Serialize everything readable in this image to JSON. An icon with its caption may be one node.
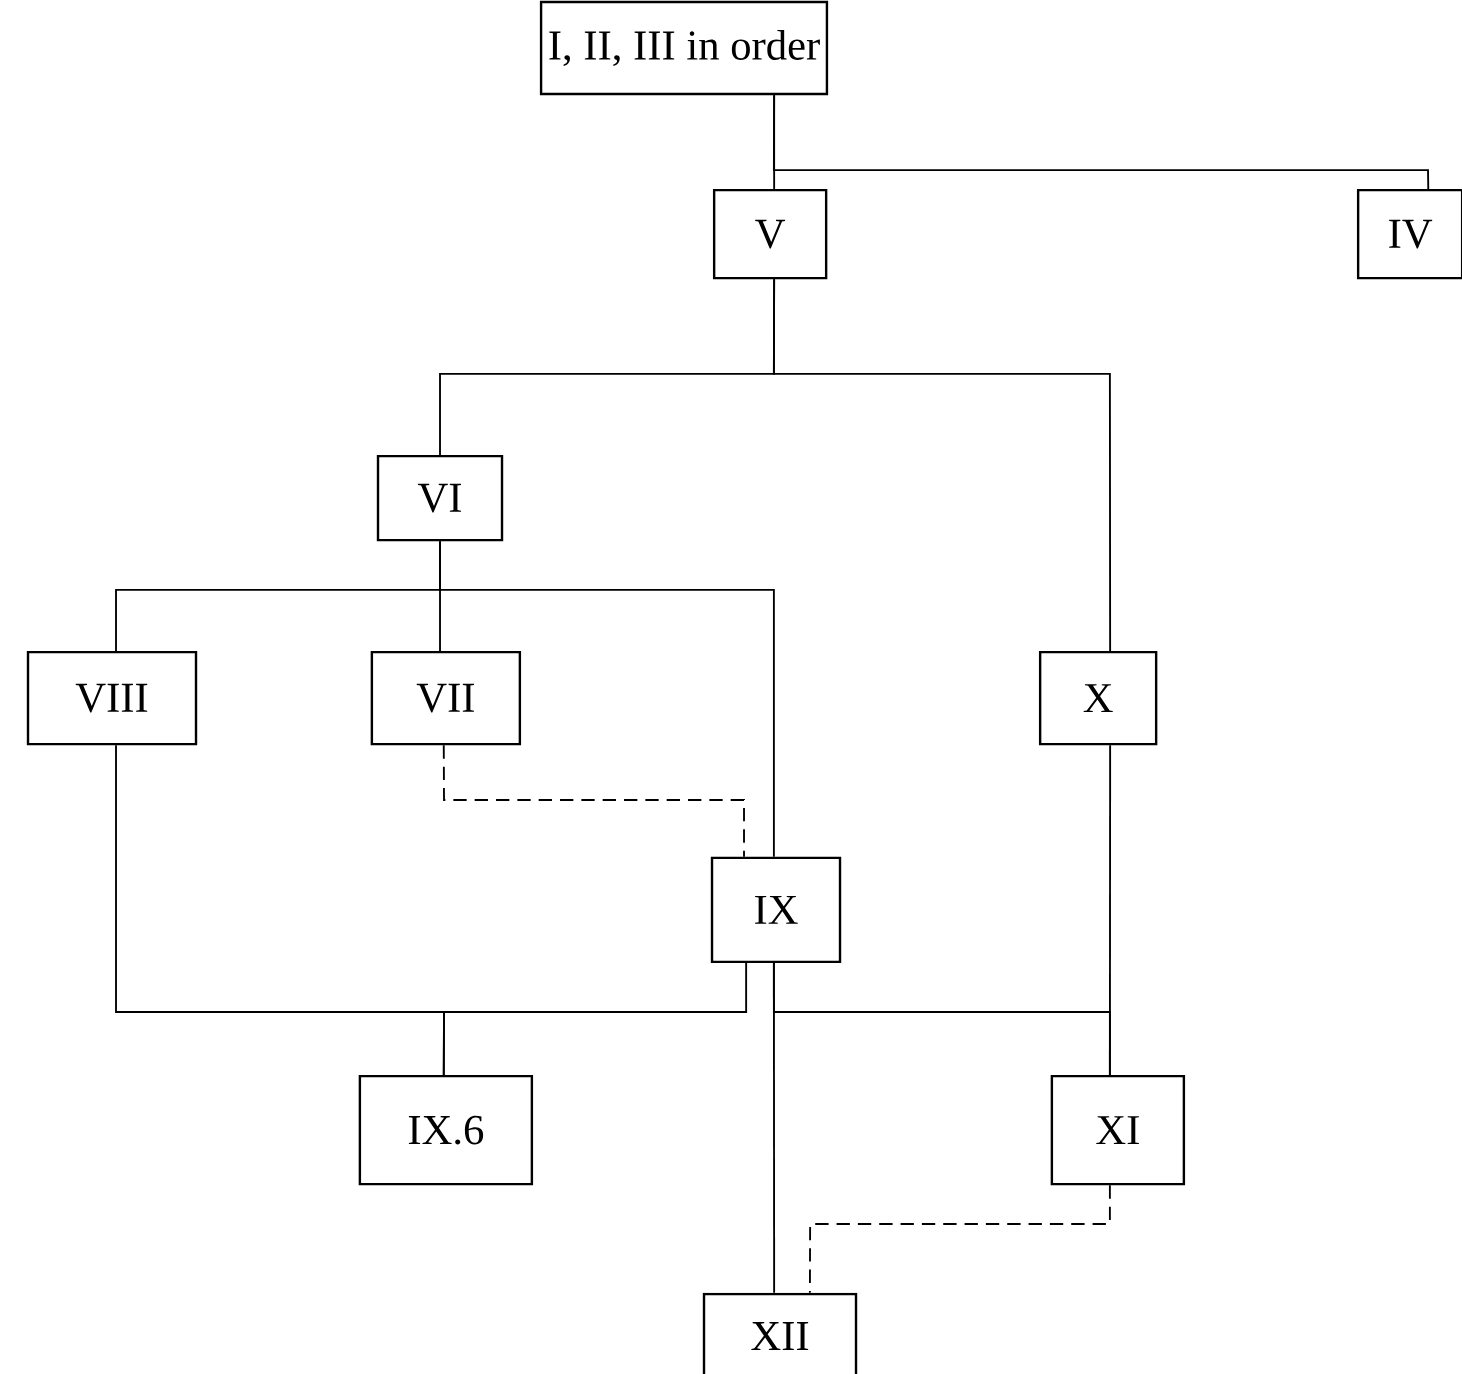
{
  "diagram": {
    "nodes": [
      {
        "text": [
          "I, II, III in order"
        ]
      },
      {
        "text": [
          "V"
        ]
      },
      {
        "text": [
          "IV"
        ]
      },
      {
        "text": [
          "VI"
        ]
      },
      {
        "text": [
          "X"
        ]
      },
      {
        "text": [
          "VIII"
        ]
      },
      {
        "text": [
          "VII"
        ]
      },
      {
        "text": [
          "IX"
        ]
      },
      {
        "text": [
          "IX.6"
        ]
      },
      {
        "text": [
          "XI"
        ]
      },
      {
        "text": [
          "XII"
        ]
      }
    ],
    "edges": [
      {
        "from": 0,
        "to": 1,
        "arrow": "none"
      },
      {
        "from": 0,
        "to": 2,
        "arrow": "none"
      },
      {
        "from": 1,
        "to": 3,
        "arrow": "none"
      },
      {
        "from": 1,
        "to": 4,
        "arrow": "none"
      },
      {
        "from": 3,
        "to": 5,
        "arrow": "none"
      },
      {
        "from": 3,
        "to": 6,
        "arrow": "none"
      },
      {
        "from": 3,
        "to": 7,
        "arrow": "none"
      },
      {
        "from": 6,
        "to": 7,
        "arrow": "none",
        "style": "dashed"
      },
      {
        "from": 5,
        "to": 8,
        "arrow": "none"
      },
      {
        "from": 7,
        "to": 8,
        "arrow": "none"
      },
      {
        "from": 7,
        "to": 10,
        "arrow": "none"
      },
      {
        "from": 7,
        "to": 9,
        "arrow": "none"
      },
      {
        "from": 4,
        "to": 9,
        "arrow": "none"
      },
      {
        "from": 9,
        "to": 10,
        "arrow": "none",
        "style": "dashed"
      }
    ]
  }
}
